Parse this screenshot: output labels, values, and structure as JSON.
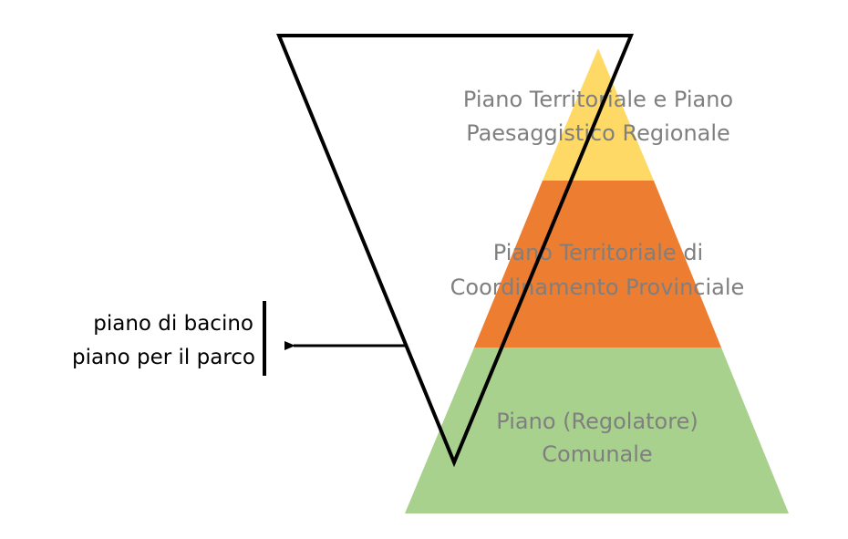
{
  "pyramid": {
    "tiers": [
      {
        "line1": "Piano Territoriale e Piano",
        "line2": "Paesaggistico Regionale",
        "color": "#FFD966"
      },
      {
        "line1": "Piano Territoriale di",
        "line2": "Coordinamento Provinciale",
        "color": "#ED7D31"
      },
      {
        "line1": "Piano (Regolatore)",
        "line2": "Comunale",
        "color": "#A9D18E"
      }
    ],
    "label_color": "#7F7F7F"
  },
  "side_labels": {
    "line1": "piano di bacino",
    "line2": "piano per il parco"
  },
  "icons": {
    "arrow": "arrow-left-icon",
    "funnel": "inverted-triangle-outline"
  }
}
